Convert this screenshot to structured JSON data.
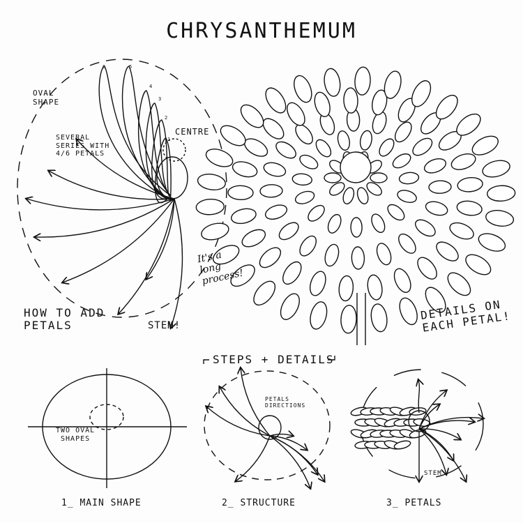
{
  "title": "CHRYSANTHEMUM",
  "how_to": {
    "oval_shape": "OVAL\nSHAPE",
    "series_note": "SEVERAL\nSERIES WITH\n4/6 PETALS",
    "centre": "CENTRE",
    "petal_numbers": [
      "6",
      "5",
      "4",
      "3",
      "2",
      "1"
    ],
    "process_note": "It's a\nlong\nprocess!",
    "caption": "HOW TO ADD\nPETALS",
    "stem": "STEM!"
  },
  "main_flower": {
    "note": "DETAILS ON\nEACH PETAL!"
  },
  "steps": {
    "heading": "STEPS + DETAILS",
    "step1": {
      "caption": "1_ MAIN SHAPE",
      "note": "TWO OVAL\nSHAPES"
    },
    "step2": {
      "caption": "2_ STRUCTURE",
      "note": "PETALS\nDIRECTIONS"
    },
    "step3": {
      "caption": "3_ PETALS",
      "note": "STEM"
    }
  }
}
